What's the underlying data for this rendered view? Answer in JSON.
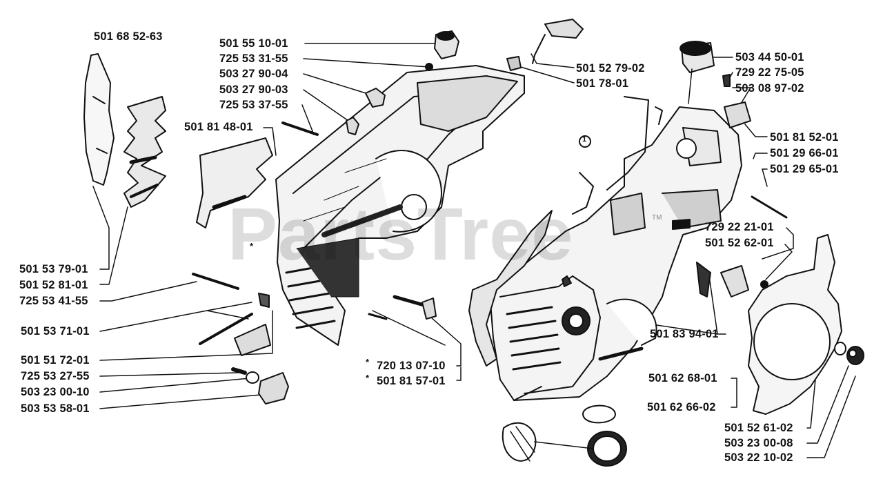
{
  "watermark": "PartsTree",
  "watermark_tm": "TM",
  "labels": {
    "l_5016852_63": "501 68 52-63",
    "l_5015510_01": "501 55 10-01",
    "l_7255331_55": "725 53 31-55",
    "l_5032790_04": "503 27 90-04",
    "l_5032790_03": "503 27 90-03",
    "l_7255337_55": "725 53 37-55",
    "l_5018148_01": "501 81 48-01",
    "l_5015279_02": "501 52 79-02",
    "l_5017801_01": "501 78-01",
    "l_5034450_01": "503 44 50-01",
    "l_7292275_05": "729 22 75-05",
    "l_5030897_02": "503 08 97-02",
    "l_5018152_01": "501 81 52-01",
    "l_5012966_01": "501 29 66-01",
    "l_5012965_01": "501 29 65-01",
    "l_7292221_01": "729 22 21-01",
    "l_5015262_01": "501 52 62-01",
    "l_5015379_01": "501 53 79-01",
    "l_5015281_01": "501 52 81-01",
    "l_7255341_55": "725 53 41-55",
    "l_5015371_01": "501 53 71-01",
    "l_5015172_01": "501 51 72-01",
    "l_7255327_55": "725 53 27-55",
    "l_5032300_10": "503 23 00-10",
    "l_5035358_01": "503 53 58-01",
    "l_7201307_10": "720 13 07-10",
    "l_5018157_01": "501 81 57-01",
    "l_5018394_01": "501 83 94-01",
    "l_5016268_01": "501 62 68-01",
    "l_5016266_02": "501 62 66-02",
    "l_5015261_02": "501 52 61-02",
    "l_5032300_08": "503 23 00-08",
    "l_5032210_02": "503 22 10-02"
  },
  "asterisk": "*",
  "callout_mark": "1"
}
